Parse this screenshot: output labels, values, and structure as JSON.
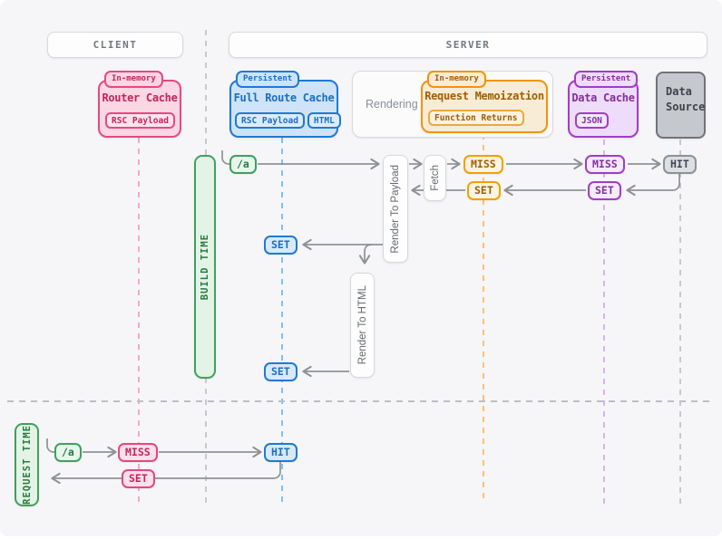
{
  "headers": {
    "client": "CLIENT",
    "server": "SERVER"
  },
  "cards": {
    "router_cache": {
      "badge": "In-memory",
      "title": "Router Cache",
      "tag": "RSC Payload"
    },
    "full_route_cache": {
      "badge": "Persistent",
      "title": "Full Route Cache",
      "tag1": "RSC Payload",
      "tag2": "HTML"
    },
    "rendering": {
      "label": "Rendering"
    },
    "request_memoization": {
      "badge": "In-memory",
      "title": "Request Memoization",
      "tag": "Function Returns"
    },
    "data_cache": {
      "badge": "Persistent",
      "title": "Data Cache",
      "tag": "JSON"
    },
    "data_source": {
      "line1": "Data",
      "line2": "Source"
    }
  },
  "lanes": {
    "build": "BUILD TIME",
    "request": "REQUEST TIME"
  },
  "process": {
    "render_to_payload": "Render To Payload",
    "fetch": "Fetch",
    "render_to_html": "Render To HTML"
  },
  "nodes": {
    "build": {
      "route": "/a",
      "memo_miss": "MISS",
      "memo_set": "SET",
      "data_cache_miss": "MISS",
      "data_cache_set": "SET",
      "source_hit": "HIT",
      "full_route_set_payload": "SET",
      "full_route_set_html": "SET"
    },
    "request": {
      "route": "/a",
      "router_miss": "MISS",
      "router_set": "SET",
      "full_route_hit": "HIT"
    }
  },
  "palette": {
    "pink": {
      "border": "#e64980",
      "fill": "#fbd6e3",
      "text": "#c2255c",
      "lifeline": "#f9a8c4"
    },
    "blue": {
      "border": "#1f7ad3",
      "fill": "#cfe3f8",
      "text": "#1a6fc4",
      "lifeline": "#7cc0f7"
    },
    "orange": {
      "border": "#f59f00",
      "fill": "#f8ecd7",
      "text": "#a05e03",
      "lifeline": "#fbc272"
    },
    "purple": {
      "border": "#a33cc7",
      "fill": "#eddcfa",
      "text": "#862e9c",
      "lifeline": "#d9b2f2"
    },
    "green": {
      "border": "#3fa15c",
      "fill": "#e3f4e7",
      "text": "#2b7a3f"
    },
    "gray": {
      "border": "#8b9197",
      "fill": "#dcdfe3",
      "text": "#42474d",
      "lifeline": "#c3c6ca"
    },
    "connector": "#8e9196",
    "canvas_bg": "#f6f6f8"
  }
}
